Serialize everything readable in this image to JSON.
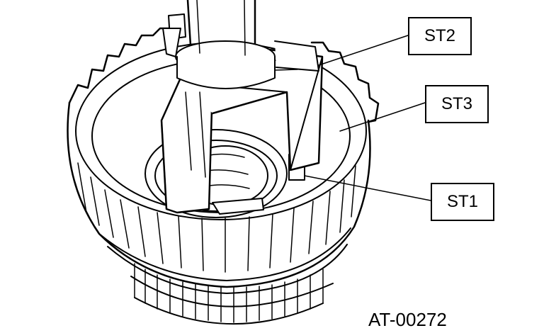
{
  "callouts": {
    "st2": "ST2",
    "st3": "ST3",
    "st1": "ST1"
  },
  "figure_id": "AT-00272",
  "colors": {
    "ink": "#000000",
    "paper": "#ffffff"
  }
}
